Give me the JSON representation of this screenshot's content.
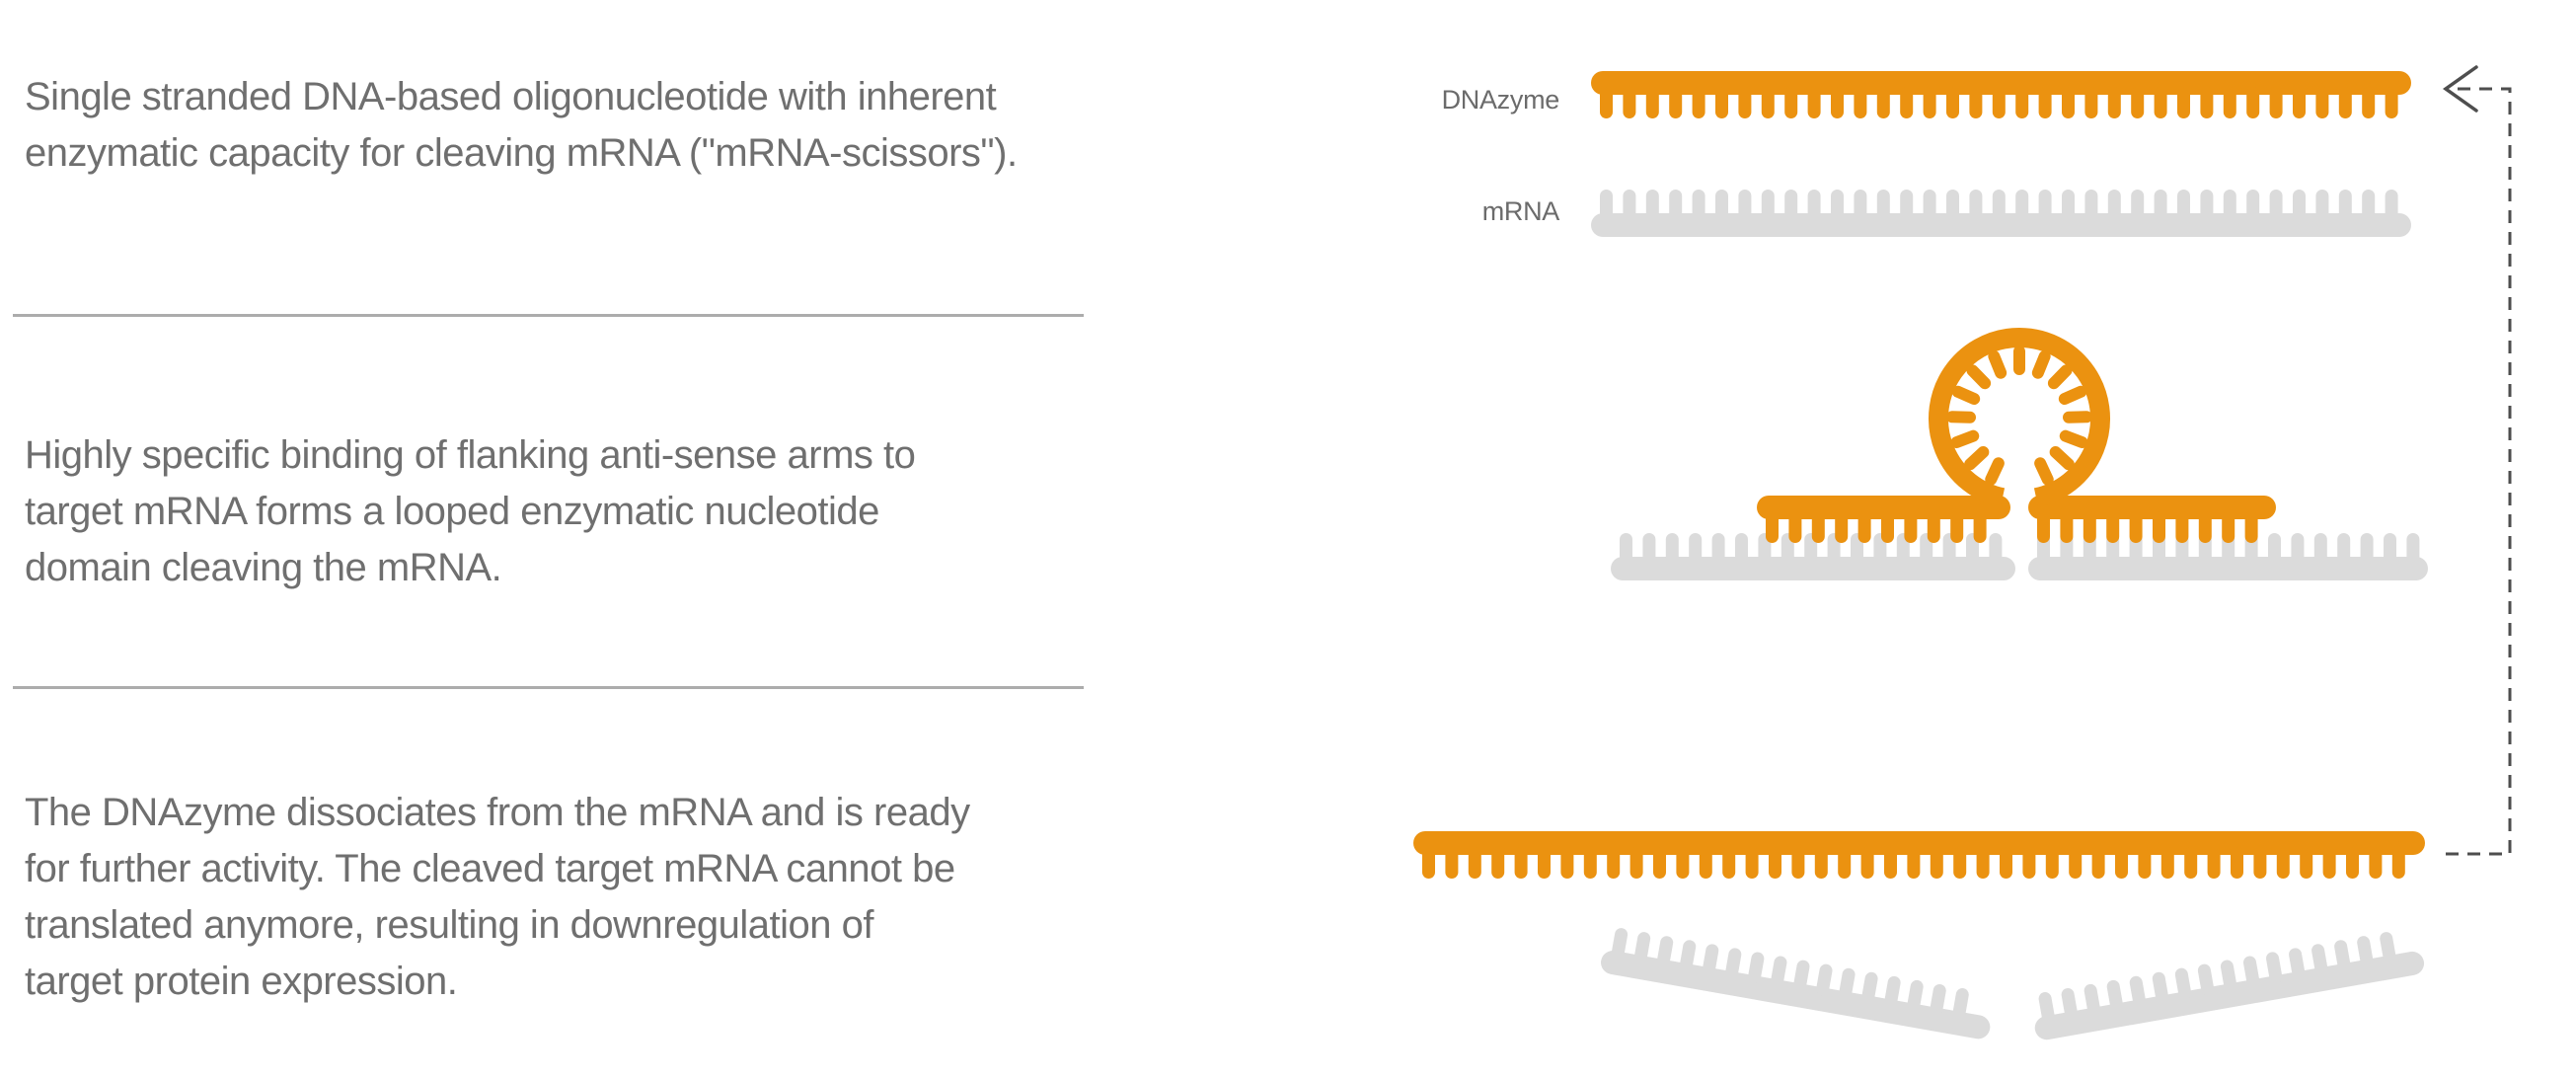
{
  "page": {
    "background": "#ffffff"
  },
  "colors": {
    "strand_orange": "#EB9210",
    "strand_gray": "#DBDBDB",
    "text_gray": "#6F6F6F",
    "label_gray": "#6B6B6B",
    "divider_gray": "#ACACAC",
    "arrow_gray": "#4E4E4E"
  },
  "steps": [
    {
      "name": "dnazyme-definition",
      "lines": [
        "Single stranded DNA-based oligonucleotide with inherent",
        "enzymatic capacity for cleaving mRNA (\"mRNA-scissors\")."
      ]
    },
    {
      "name": "binding-and-cleavage",
      "lines": [
        "Highly specific binding of flanking anti-sense arms to",
        "target mRNA forms a looped enzymatic nucleotide",
        "domain cleaving the mRNA."
      ]
    },
    {
      "name": "dissociation-and-downregulation",
      "lines": [
        "The DNAzyme dissociates from the mRNA and is ready",
        "for further activity. The cleaved target mRNA cannot be",
        "translated anymore, resulting in downregulation of",
        "target protein expression."
      ]
    }
  ],
  "diagram": {
    "labels": {
      "dnazyme": "DNAzyme",
      "mrna": "mRNA"
    }
  }
}
